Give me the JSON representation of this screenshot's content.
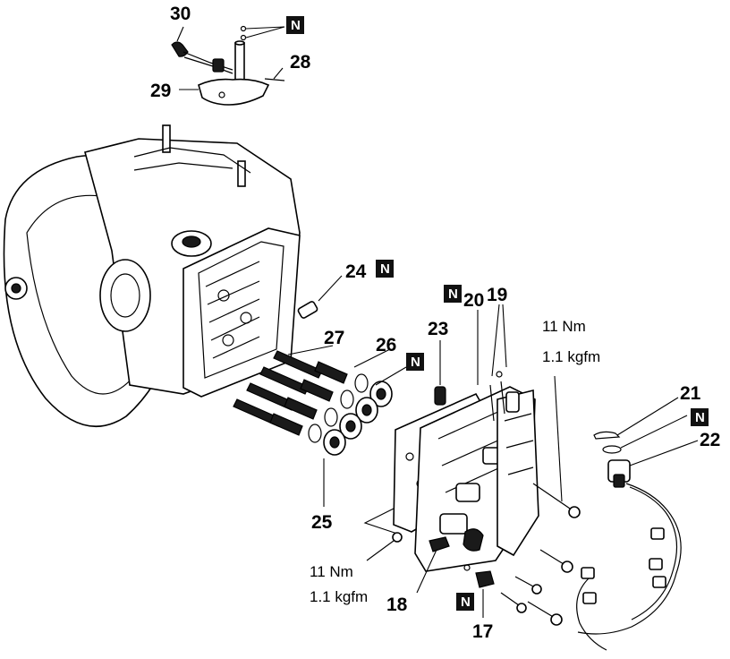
{
  "diagram": {
    "callouts": {
      "c30": "30",
      "c28": "28",
      "c29": "29",
      "c24": "24",
      "c20": "20",
      "c19": "19",
      "c23": "23",
      "c27": "27",
      "c26": "26",
      "c25": "25",
      "c21": "21",
      "c22": "22",
      "c18": "18",
      "c17": "17"
    },
    "torque_right": {
      "nm": "11 Nm",
      "kgfm": "1.1 kgfm"
    },
    "torque_left": {
      "nm": "11 Nm",
      "kgfm": "1.1 kgfm"
    },
    "new_part_badge": "N"
  }
}
